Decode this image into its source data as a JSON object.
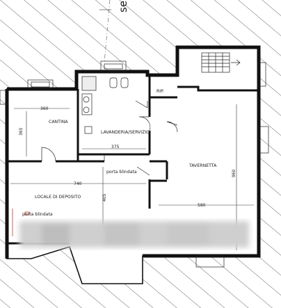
{
  "rooms": {
    "cantina": "CANTINA",
    "lavanderia": "LAVANDERIA/SERVIZIO",
    "rip": "RIP.",
    "tavernetta": "TAVERNETTA",
    "deposito": "LOCALE DI DEPOSITO"
  },
  "dimensions": {
    "cantina_width": "360",
    "cantina_height": "365",
    "lavanderia_width": "375",
    "deposito_width": "740",
    "deposito_height": "405",
    "tavernetta_height": "960",
    "tavernetta_width": "580"
  },
  "notes": {
    "porta_blindata_top": "porta blindata",
    "porta_blindata_bottom": "porta blindata"
  },
  "header": {
    "partial_text": "se"
  },
  "colors": {
    "wall": "#111111",
    "hatch": "#555555",
    "blur": "#d4d4d4"
  }
}
